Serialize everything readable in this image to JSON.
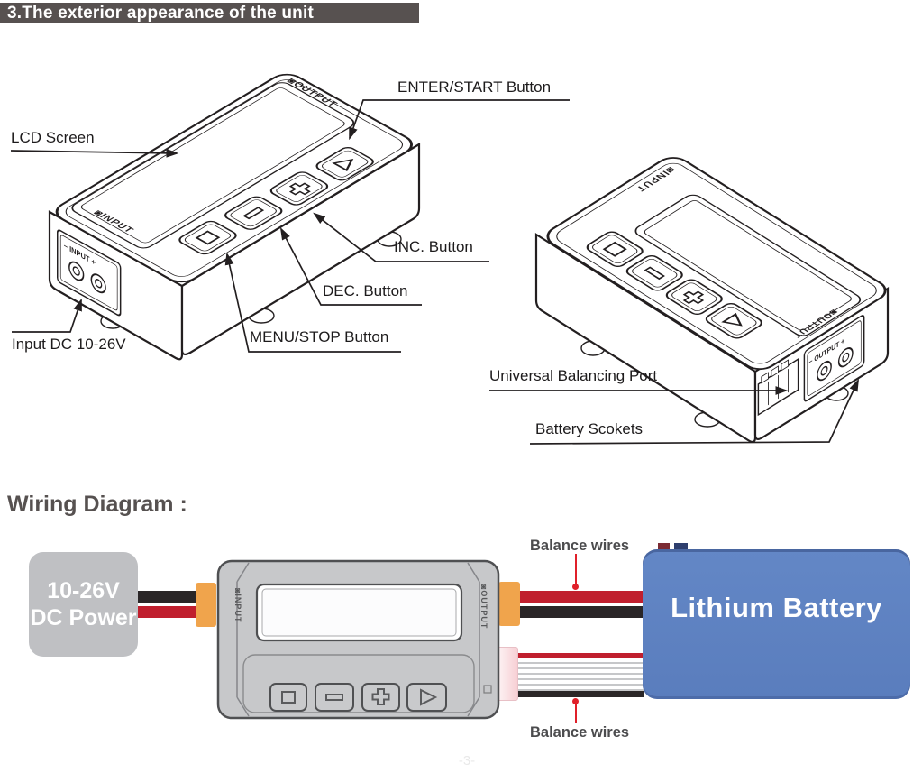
{
  "header": {
    "title": "3.The exterior appearance of the unit"
  },
  "callouts": {
    "enter_start": "ENTER/START Button",
    "lcd_screen": "LCD Screen",
    "inc": "INC. Button",
    "dec": "DEC. Button",
    "menu_stop": "MENU/STOP Button",
    "input_dc": "Input DC 10-26V",
    "balancing_port": "Universal Balancing Port",
    "battery_sockets": "Battery Scokets"
  },
  "device_markings": {
    "input": "◙INPUT",
    "output": "◙OUTPUT",
    "input_panel": "− INPUT +",
    "output_panel": "− OUTPUT +"
  },
  "wiring": {
    "heading": "Wiring Diagram :",
    "dc_power_line1": "10-26V",
    "dc_power_line2": "DC Power",
    "battery_label": "Lithium Battery",
    "balance_wires_top": "Balance wires",
    "balance_wires_bottom": "Balance wires"
  },
  "footer": {
    "page_number": "-3-"
  },
  "colors": {
    "header_bar": "#575150",
    "ink": "#231f20",
    "wire_red": "#c01f2e",
    "wire_black": "#2a2627",
    "leader_red": "#e0202a",
    "connector_orange": "#f0a44c",
    "battery_blue": "#5d80c0",
    "device_gray": "#c7c8ca",
    "dc_box_gray": "#bfc0c3"
  }
}
